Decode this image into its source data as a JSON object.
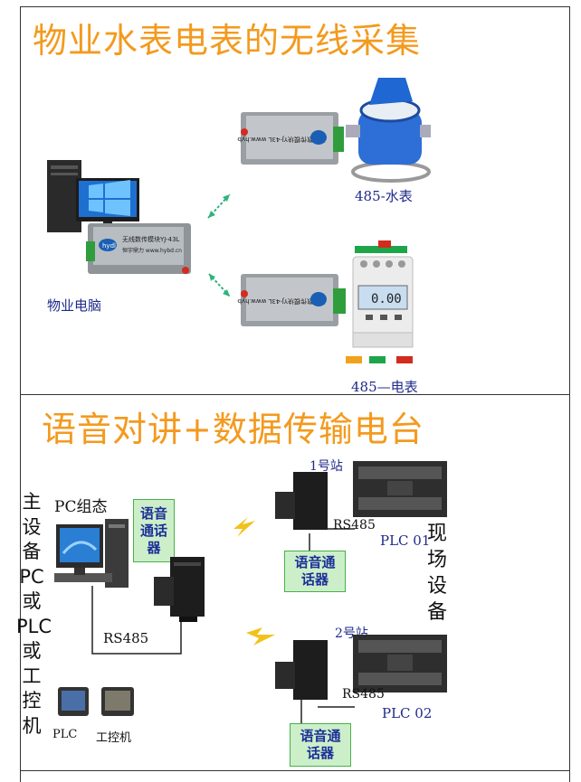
{
  "section1": {
    "title": "物业水表电表的无线采集",
    "water_label": "485-水表",
    "meter_label": "485—电表",
    "pc_label": "物业电脑",
    "module_text": "无线数传模块YJ-43L",
    "module_brand": "恒宇鼎力",
    "module_url": "www.hybd.cn",
    "module_logo": "hydl",
    "meter_display": "0.00"
  },
  "section2": {
    "title": "语音对讲+数据传输电台",
    "pc_config": "PC组态",
    "master_vertical": [
      "主",
      "设",
      "备",
      "PC",
      "或",
      "PLC",
      "或",
      "工",
      "控",
      "机"
    ],
    "voice_box_left": "语音通话器",
    "voice_box_top": "语音通话器",
    "voice_box_bottom": "语音通话器",
    "rs485_left": "RS485",
    "rs485_top": "RS485",
    "rs485_bottom": "RS485",
    "station1": "1号站",
    "station2": "2号站",
    "plc1": "PLC 01",
    "plc2": "PLC 02",
    "field_vertical": [
      "现",
      "场",
      "设",
      "备"
    ],
    "plc_caption": "PLC",
    "ipc_caption": "工控机"
  },
  "colors": {
    "title": "#f39a1e",
    "caption_blue": "#1f2a8a",
    "green_fill": "#ccefc9",
    "green_border": "#49b04a"
  }
}
